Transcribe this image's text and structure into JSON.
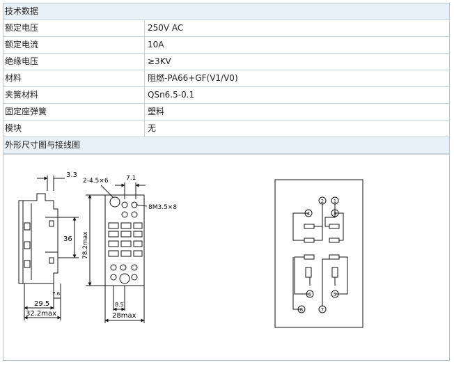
{
  "section_title": "技术数据",
  "rows": [
    {
      "label": "额定电压",
      "value": "250V AC"
    },
    {
      "label": "额定电流",
      "value": "10A"
    },
    {
      "label": "绝缘电压",
      "value": "≥3KV"
    },
    {
      "label": "材料",
      "value": "阻燃-PA66+GF(V1/V0)"
    },
    {
      "label": "夹簧材料",
      "value": "QSn6.5-0.1"
    },
    {
      "label": "固定座弹簧",
      "value": "塑料"
    },
    {
      "label": "模块",
      "value": "无"
    }
  ],
  "drawing_title": "外形尺寸图与接线图",
  "drawing": {
    "dim_33": "3.3",
    "dim_71": "7.1",
    "dim_hole": "2-4.5×6",
    "dim_screw": "8M3.5×8",
    "dim_36": "36",
    "dim_782": "78.2max",
    "dim_295": "29.5",
    "dim_322": "32.2max",
    "dim_76": "7.6",
    "dim_85": "8.5",
    "dim_28": "28max",
    "terminals": [
      "1",
      "2",
      "3",
      "4",
      "5",
      "6",
      "7",
      "8"
    ]
  }
}
